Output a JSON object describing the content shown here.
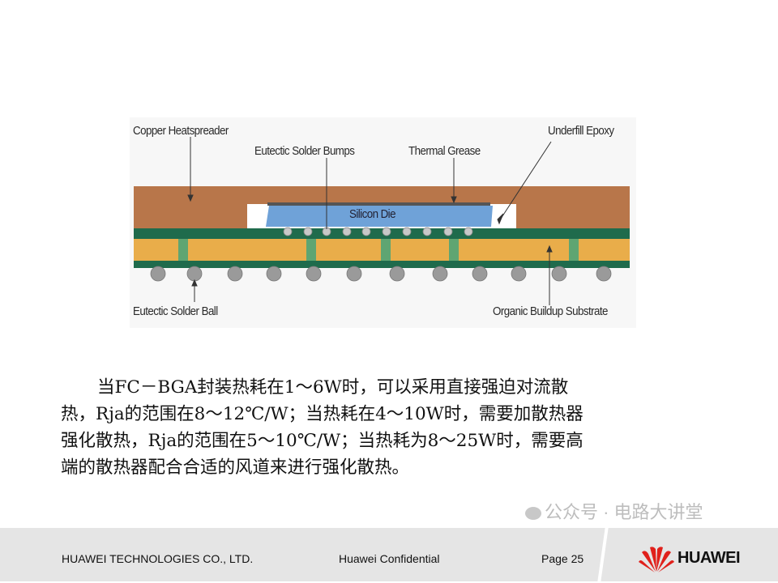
{
  "diagram": {
    "labels": {
      "copper_heatspreader": "Copper Heatspreader",
      "eutectic_solder_bumps": "Eutectic Solder Bumps",
      "thermal_grease": "Thermal Grease",
      "underfill_epoxy": "Underfill Epoxy",
      "silicon_die": "Silicon Die",
      "eutectic_solder_ball": "Eutectic Solder Ball",
      "organic_buildup_substrate": "Organic Buildup Substrate"
    },
    "colors": {
      "copper": "#b8764a",
      "die": "#6fa2d8",
      "green": "#1f6b4c",
      "substrate": "#e9ad4a",
      "via": "#5fa572",
      "ball": "#9a9a9a"
    }
  },
  "body": {
    "lines": [
      "当FC－BGA封装热耗在1～6W时，可以采用直接强迫对流散",
      "热，Rja的范围在8～12℃/W；当热耗在4～10W时，需要加散热器",
      "强化散热，Rja的范围在5～10℃/W；当热耗为8～25W时，需要高",
      "端的散热器配合合适的风道来进行强化散热。"
    ]
  },
  "footer": {
    "company": "HUAWEI TECHNOLOGIES CO., LTD.",
    "confidential": "Huawei Confidential",
    "page": "Page 25",
    "logo_text": "HUAWEI",
    "watermark": "公众号 · 电路大讲堂",
    "logo_color": "#e0201b"
  }
}
